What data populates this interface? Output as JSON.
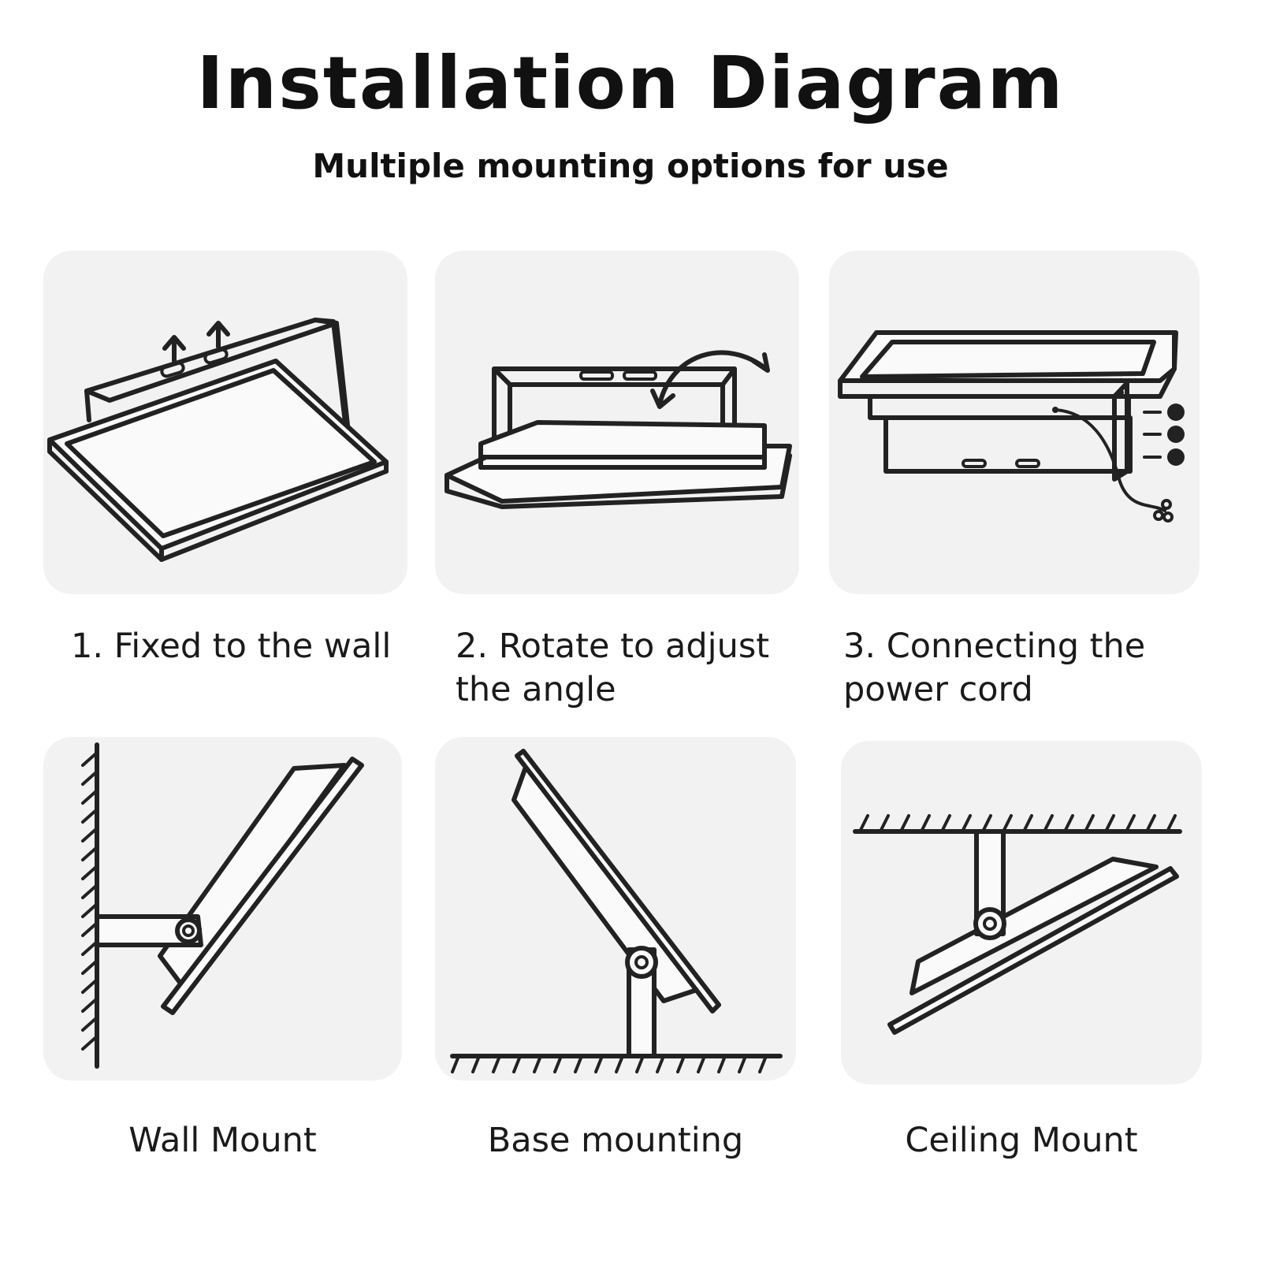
{
  "header": {
    "title": "Installation Diagram",
    "subtitle": "Multiple mounting options for use"
  },
  "steps": [
    {
      "label": "1. Fixed to the wall",
      "icon": "floodlight-bracket-up-arrows-icon"
    },
    {
      "label": "2. Rotate to adjust the angle",
      "icon": "floodlight-rotate-arrow-icon"
    },
    {
      "label": "3. Connecting the power cord",
      "icon": "floodlight-power-cord-icon"
    }
  ],
  "mounts": [
    {
      "label": "Wall Mount",
      "icon": "wall-mount-icon"
    },
    {
      "label": "Base mounting",
      "icon": "base-mount-icon"
    },
    {
      "label": "Ceiling Mount",
      "icon": "ceiling-mount-icon"
    }
  ],
  "colors": {
    "panel": "#f2f2f2",
    "ink": "#222222"
  }
}
